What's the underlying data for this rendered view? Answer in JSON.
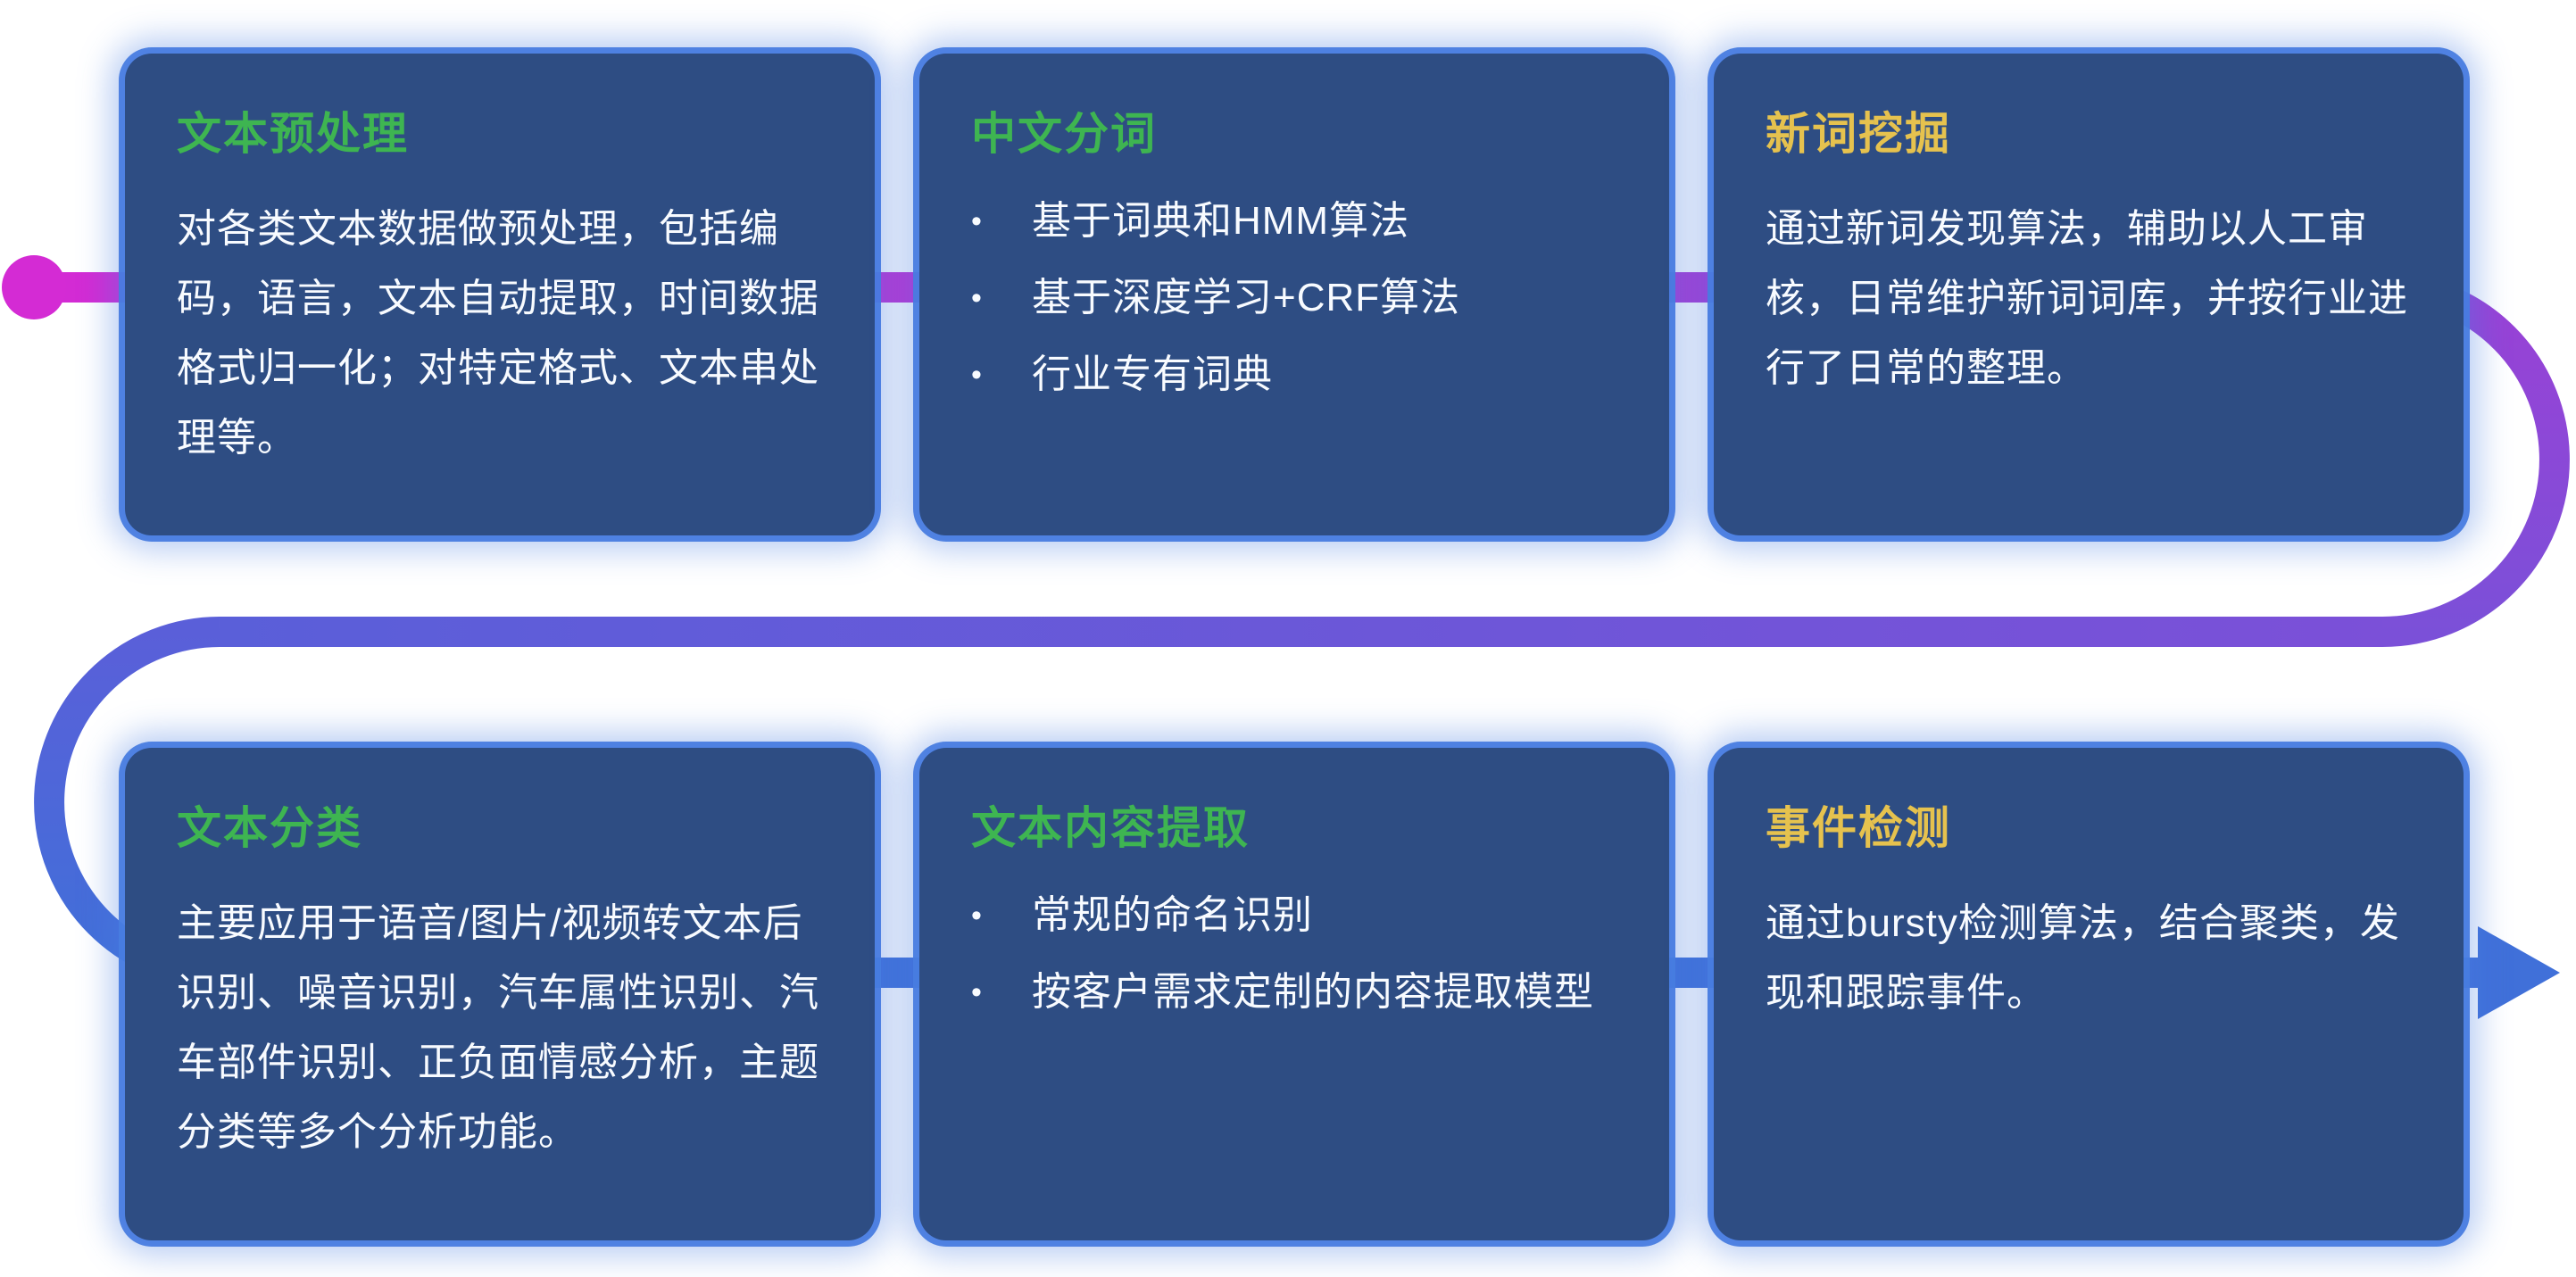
{
  "page": {
    "background": "#ffffff"
  },
  "ui": {
    "bullet": "•"
  },
  "flow": {
    "start_dot_color": "#d42bd4",
    "magenta_purple": "#bb33d4",
    "purple": "#9a41d6",
    "deep_purple": "#7b50d8",
    "blue_purple": "#5a5fd9",
    "end_color": "#4070d9"
  },
  "cards": [
    {
      "title": "文本预处理",
      "title_color": "#3eb551",
      "body": "对各类文本数据做预处理，包括编码，语言，文本自动提取，时间数据格式归一化；对特定格式、文本串处理等。"
    },
    {
      "title": "中文分词",
      "title_color": "#3eb551",
      "bullets": [
        "基于词典和HMM算法",
        "基于深度学习+CRF算法",
        "行业专有词典"
      ]
    },
    {
      "title": "新词挖掘",
      "title_color": "#e6c24e",
      "body": "通过新词发现算法，辅助以人工审核，日常维护新词词库，并按行业进行了日常的整理。"
    },
    {
      "title": "文本分类",
      "title_color": "#3eb551",
      "body": "主要应用于语音/图片/视频转文本后识别、噪音识别，汽车属性识别、汽车部件识别、正负面情感分析，主题分类等多个分析功能。"
    },
    {
      "title": "文本内容提取",
      "title_color": "#3eb551",
      "bullets": [
        "常规的命名识别",
        "按客户需求定制的内容提取模型"
      ]
    },
    {
      "title": "事件检测",
      "title_color": "#e6c24e",
      "body": "通过bursty检测算法，结合聚类，发现和跟踪事件。"
    }
  ]
}
